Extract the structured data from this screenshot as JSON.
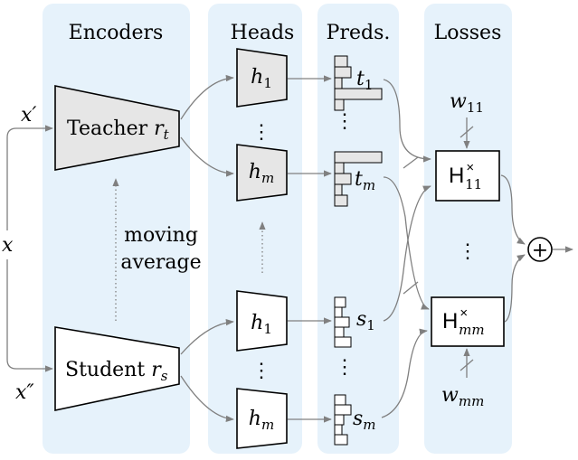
{
  "columns": {
    "encoders": "Encoders",
    "heads": "Heads",
    "preds": "Preds.",
    "losses": "Losses"
  },
  "inputs": {
    "x": "x",
    "x_prime": "x′",
    "x_double_prime": "x″"
  },
  "encoders": {
    "teacher": "Teacher",
    "teacher_sym": "r",
    "teacher_sub": "t",
    "student": "Student",
    "student_sym": "r",
    "student_sub": "s"
  },
  "moving_average": [
    "moving",
    "average"
  ],
  "heads": {
    "h1": {
      "sym": "h",
      "sub": "1"
    },
    "hm": {
      "sym": "h",
      "sub": "m"
    }
  },
  "preds": {
    "t1": {
      "sym": "t",
      "sub": "1"
    },
    "tm": {
      "sym": "t",
      "sub": "m"
    },
    "s1": {
      "sym": "s",
      "sub": "1"
    },
    "sm": {
      "sym": "s",
      "sub": "m"
    }
  },
  "losses": {
    "H11": {
      "sym": "H",
      "sup": "×",
      "sub": "11"
    },
    "Hmm": {
      "sym": "H",
      "sup": "×",
      "sub": "mm"
    },
    "w11": {
      "sym": "w",
      "sub": "11"
    },
    "wmm": {
      "sym": "w",
      "sub": "mm"
    }
  },
  "vdots": "⋮",
  "sum_symbol": "+",
  "colors": {
    "column_bg": "#e6f2fb",
    "teacher_fill": "#e6e6e6",
    "student_fill": "#ffffff",
    "arrow": "#808080"
  }
}
